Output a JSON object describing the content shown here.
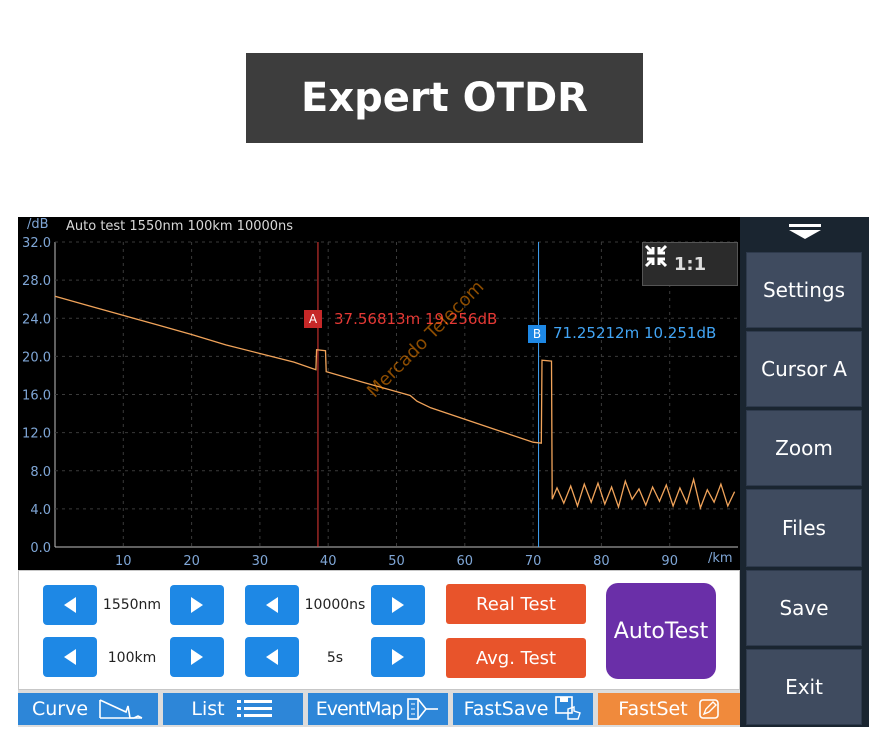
{
  "banner": {
    "title": "Expert OTDR"
  },
  "plot": {
    "status_text": "Auto test 1550nm 100km 10000ns",
    "y_unit": "/dB",
    "x_unit": "/km",
    "y_ticks": [
      "32.0",
      "28.0",
      "24.0",
      "20.0",
      "16.0",
      "12.0",
      "8.0",
      "4.0",
      "0.0"
    ],
    "x_ticks": [
      "10",
      "20",
      "30",
      "40",
      "50",
      "60",
      "70",
      "80",
      "90"
    ],
    "ratio_label": "1:1",
    "marker_a": {
      "label": "A",
      "readout": "37.56813m  19.256dB"
    },
    "marker_b": {
      "label": "B",
      "readout": "71.25212m  10.251dB"
    },
    "watermark": "Mercado Telecom"
  },
  "chart_data": {
    "type": "line",
    "xlabel": "/km",
    "ylabel": "/dB",
    "xlim": [
      0,
      100
    ],
    "ylim": [
      0,
      32
    ],
    "series": [
      {
        "x": [
          0,
          5,
          10,
          15,
          20,
          25,
          30,
          35,
          38.2,
          38.3,
          39.6,
          39.7,
          45,
          50,
          52,
          53,
          55,
          60,
          65,
          70,
          71.2,
          71.3,
          72.7,
          72.8,
          73.5,
          74.5,
          75.5,
          76.5,
          77.5,
          78.5,
          79.5,
          80.5,
          81.5,
          82.5,
          83.5,
          84.5,
          85.5,
          86.5,
          87.5,
          88.5,
          89.5,
          90.5,
          91.5,
          92.5,
          93.5,
          94.5,
          95.5,
          96.5,
          97.5,
          98.5,
          99.5
        ],
        "y": [
          26.3,
          25.3,
          24.3,
          23.3,
          22.3,
          21.2,
          20.3,
          19.4,
          18.6,
          20.7,
          20.6,
          18.4,
          17.3,
          16.3,
          15.9,
          15.3,
          14.6,
          13.4,
          12.2,
          11.0,
          10.9,
          19.6,
          19.5,
          5.0,
          6.2,
          4.6,
          6.4,
          4.3,
          6.6,
          4.7,
          6.7,
          4.5,
          6.3,
          4.2,
          6.9,
          5.0,
          6.1,
          4.4,
          6.3,
          4.8,
          6.5,
          4.3,
          6.2,
          4.6,
          7.1,
          4.1,
          6.0,
          4.7,
          6.6,
          4.3,
          5.8
        ]
      }
    ],
    "cursor_a_x": 38.5,
    "cursor_b_x": 70.8,
    "grid": true
  },
  "menu": {
    "top_icon": "chevron-down-icon",
    "items": [
      "Settings",
      "Cursor A",
      "Zoom",
      "Files",
      "Save",
      "Exit"
    ]
  },
  "controls": {
    "wavelength": "1550nm",
    "range": "100km",
    "pulse": "10000ns",
    "time": "5s",
    "real_test": "Real Test",
    "avg_test": "Avg. Test",
    "auto_test": "AutoTest"
  },
  "tabs": [
    {
      "label": "Curve",
      "icon": "curve-icon"
    },
    {
      "label": "List",
      "icon": "list-icon"
    },
    {
      "label": "EventMap",
      "icon": "event-map-icon"
    },
    {
      "label": "FastSave",
      "icon": "fast-save-icon"
    },
    {
      "label": "FastSet",
      "icon": "fast-set-icon"
    }
  ],
  "colors": {
    "trace": "#f0a35a",
    "cursor_a": "#e53935",
    "cursor_b": "#42a5f5",
    "accent_blue": "#1e88e5",
    "accent_orange": "#e8542b",
    "autotest_purple": "#6a2fa8",
    "active_tab": "#f08a3c"
  }
}
